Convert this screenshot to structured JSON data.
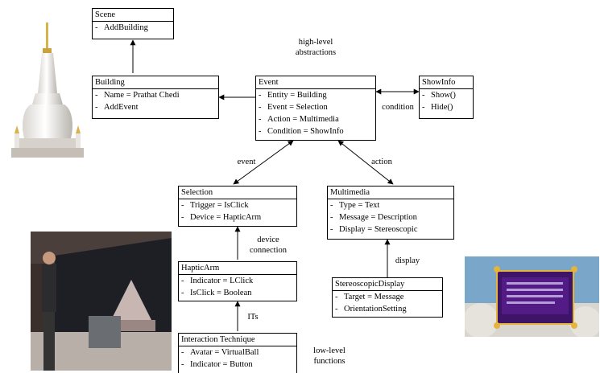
{
  "boxes": {
    "scene": {
      "title": "Scene",
      "rows": [
        "AddBuilding"
      ]
    },
    "building": {
      "title": "Building",
      "rows": [
        "Name = Prathat Chedi",
        "AddEvent"
      ]
    },
    "event": {
      "title": "Event",
      "rows": [
        "Entity = Building",
        "Event = Selection",
        "Action = Multimedia",
        "Condition = ShowInfo"
      ]
    },
    "showinfo": {
      "title": "ShowInfo",
      "rows": [
        "Show()",
        "Hide()"
      ]
    },
    "selection": {
      "title": "Selection",
      "rows": [
        "Trigger = IsClick",
        "Device = HapticArm"
      ]
    },
    "multimedia": {
      "title": "Multimedia",
      "rows": [
        "Type = Text",
        "Message = Description",
        "Display = Stereoscopic"
      ]
    },
    "hapticarm": {
      "title": "HapticArm",
      "rows": [
        "Indicator = LClick",
        "IsClick = Boolean"
      ]
    },
    "stereo": {
      "title": "StereoscopicDisplay",
      "rows": [
        "Target = Message",
        "OrientationSetting"
      ]
    },
    "interaction": {
      "title": "Interaction Technique",
      "rows": [
        "Avatar = VirtualBall",
        "Indicator = Button"
      ]
    }
  },
  "labels": {
    "high_level_1": "high-level",
    "high_level_2": "abstractions",
    "condition": "condition",
    "event": "event",
    "action": "action",
    "device_1": "device",
    "device_2": "connection",
    "display": "display",
    "its": "ITs",
    "low_level_1": "low-level",
    "low_level_2": "functions"
  },
  "dash": "-"
}
